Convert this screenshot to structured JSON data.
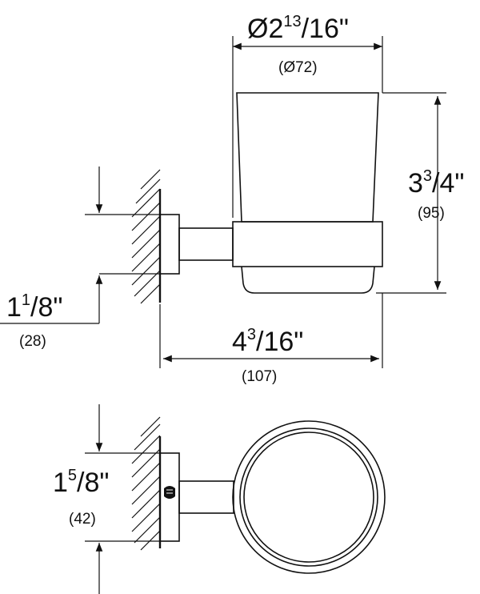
{
  "dimensions": {
    "diameter": {
      "whole": "Ø2",
      "num": "13",
      "den": "/16\"",
      "mm": "(Ø72)"
    },
    "height": {
      "whole": "3",
      "num": "3",
      "den": "/4\"",
      "mm": "(95)"
    },
    "projection": {
      "whole": "4",
      "num": "3",
      "den": "/16\"",
      "mm": "(107)"
    },
    "flange_side": {
      "whole": "1",
      "num": "1",
      "den": "/8\"",
      "mm": "(28)"
    },
    "flange_top": {
      "whole": "1",
      "num": "5",
      "den": "/8\"",
      "mm": "(42)"
    }
  },
  "colors": {
    "line": "#111111",
    "background": "#ffffff"
  }
}
